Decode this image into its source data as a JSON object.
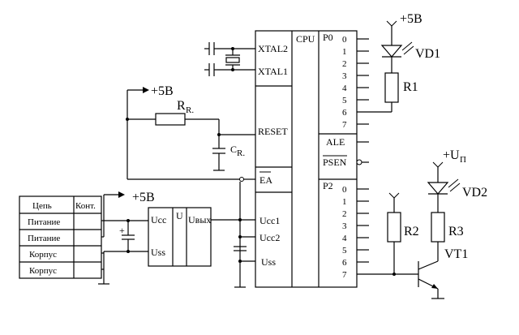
{
  "power": {
    "vcc_top": "+5B",
    "vcc_reset": "+5B",
    "vcc_table": "+5B",
    "vcc_vt1": "+U",
    "vcc_vt1_sub": "П"
  },
  "mcu": {
    "title": "CPU",
    "port0": "P0",
    "port2": "P2",
    "xtal2": "XTAL2",
    "xtal1": "XTAL1",
    "reset": "RESET",
    "ea": "EA",
    "ucc1": "Ucc1",
    "ucc2": "Ucc2",
    "uss": "Uss",
    "ale": "ALE",
    "psen": "PSEN",
    "p0_pins": [
      "0",
      "1",
      "2",
      "3",
      "4",
      "5",
      "6",
      "7"
    ],
    "p2_pins": [
      "0",
      "1",
      "2",
      "3",
      "4",
      "5",
      "6",
      "7"
    ]
  },
  "regulator": {
    "ucc": "Ucc",
    "uss": "Uss",
    "u": "U",
    "uout": "Uвых"
  },
  "components": {
    "vd1": "VD1",
    "vd2": "VD2",
    "r1": "R1",
    "r2": "R2",
    "r3": "R3",
    "vt1": "VT1",
    "rr": "R",
    "rr_sub": "R.",
    "cr": "C",
    "cr_sub": "R."
  },
  "connector": {
    "col_circuit": "Цепь",
    "col_contact": "Конт.",
    "rows": [
      "Питание",
      "Питание",
      "Корпус",
      "Корпус"
    ]
  }
}
